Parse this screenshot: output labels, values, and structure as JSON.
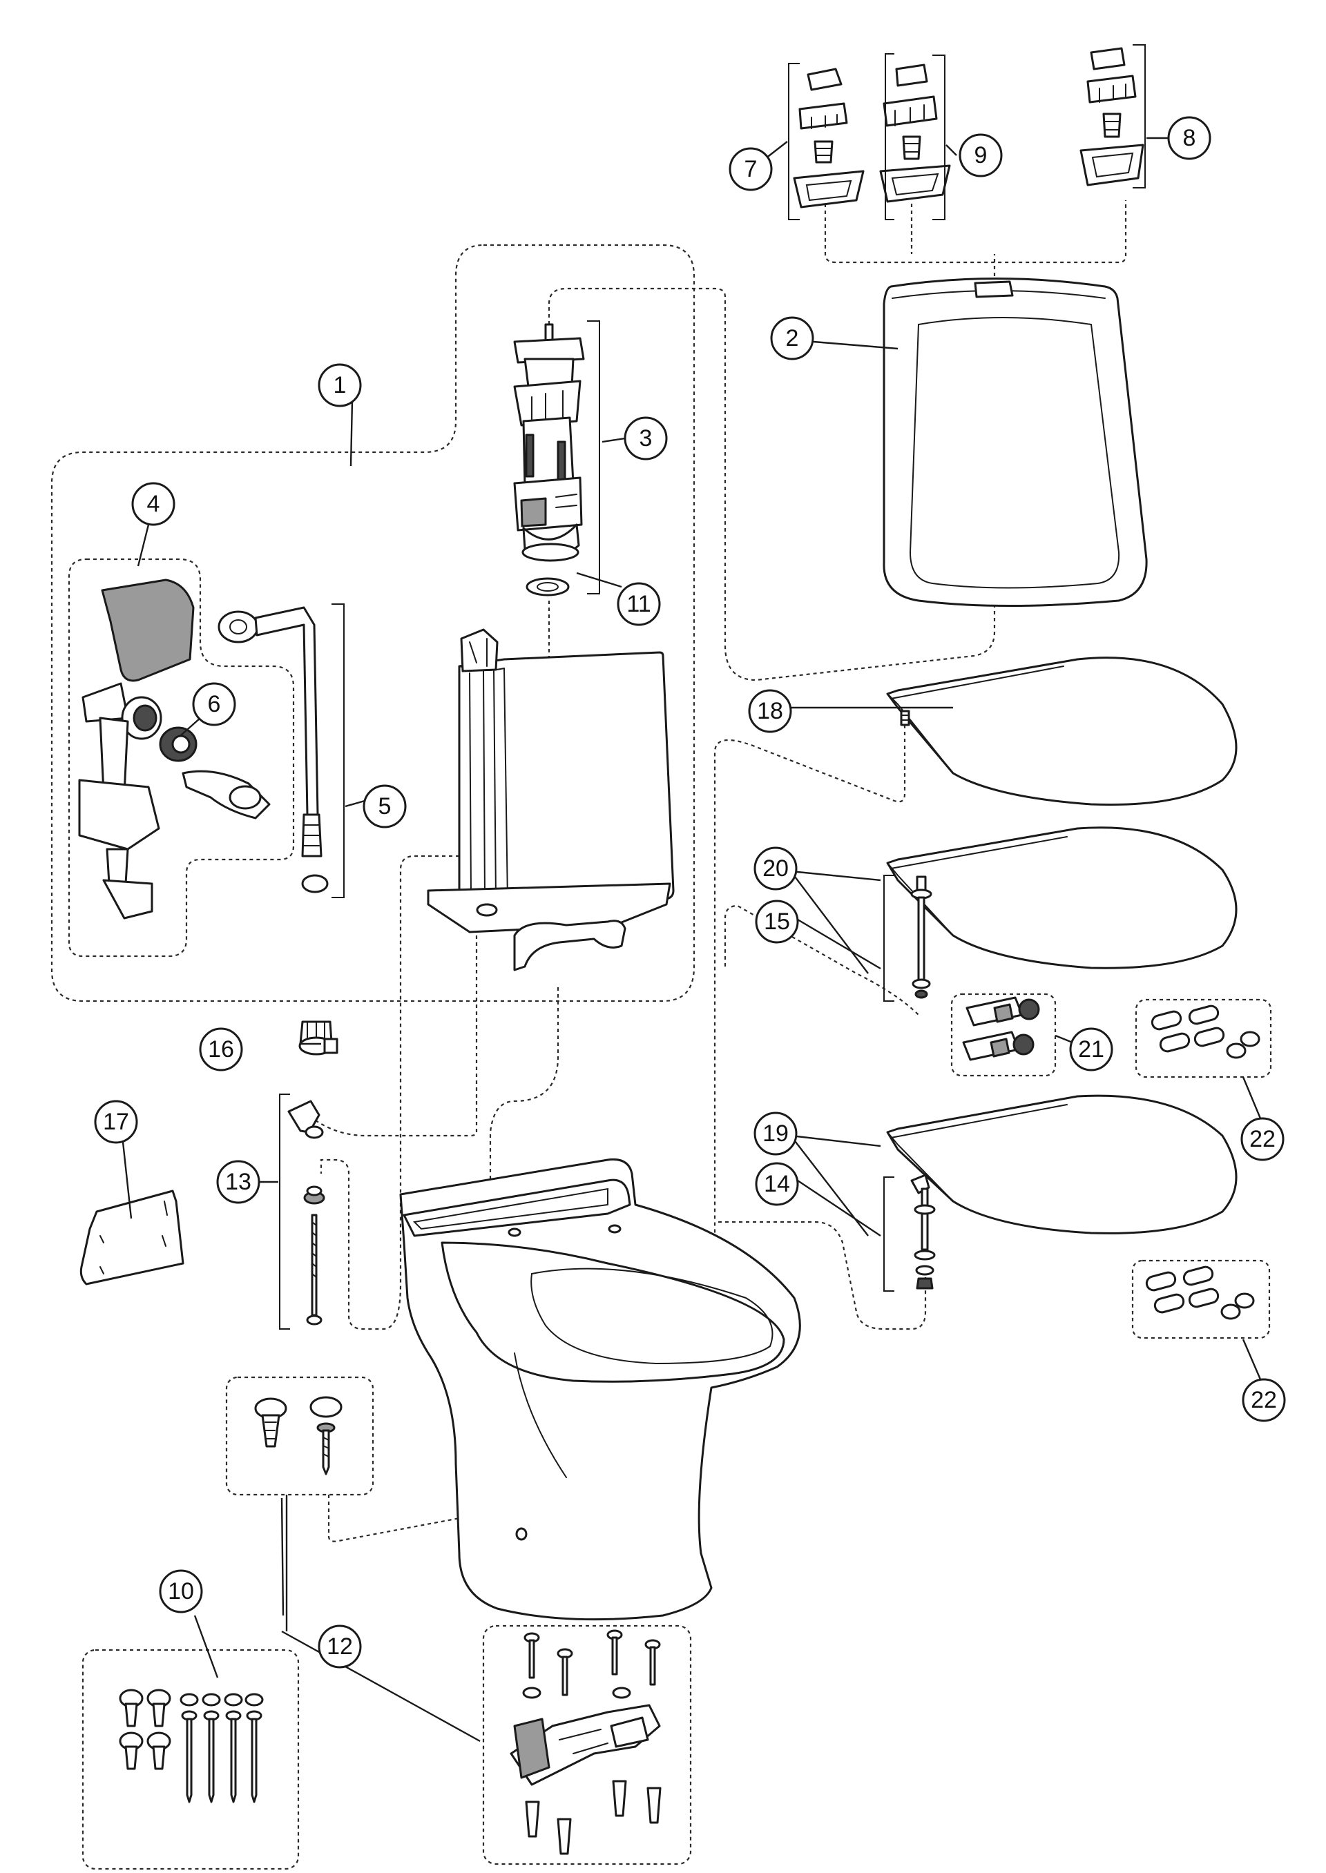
{
  "diagram": {
    "callouts": [
      {
        "id": "c1",
        "label": "1"
      },
      {
        "id": "c2",
        "label": "2"
      },
      {
        "id": "c3",
        "label": "3"
      },
      {
        "id": "c4",
        "label": "4"
      },
      {
        "id": "c5",
        "label": "5"
      },
      {
        "id": "c6",
        "label": "6"
      },
      {
        "id": "c7",
        "label": "7"
      },
      {
        "id": "c8",
        "label": "8"
      },
      {
        "id": "c9",
        "label": "9"
      },
      {
        "id": "c10",
        "label": "10"
      },
      {
        "id": "c11",
        "label": "11"
      },
      {
        "id": "c12",
        "label": "12"
      },
      {
        "id": "c13",
        "label": "13"
      },
      {
        "id": "c14",
        "label": "14"
      },
      {
        "id": "c15",
        "label": "15"
      },
      {
        "id": "c16",
        "label": "16"
      },
      {
        "id": "c17",
        "label": "17"
      },
      {
        "id": "c18",
        "label": "18"
      },
      {
        "id": "c19",
        "label": "19"
      },
      {
        "id": "c20",
        "label": "20"
      },
      {
        "id": "c21",
        "label": "21"
      },
      {
        "id": "c22a",
        "label": "22"
      },
      {
        "id": "c22b",
        "label": "22"
      }
    ]
  }
}
